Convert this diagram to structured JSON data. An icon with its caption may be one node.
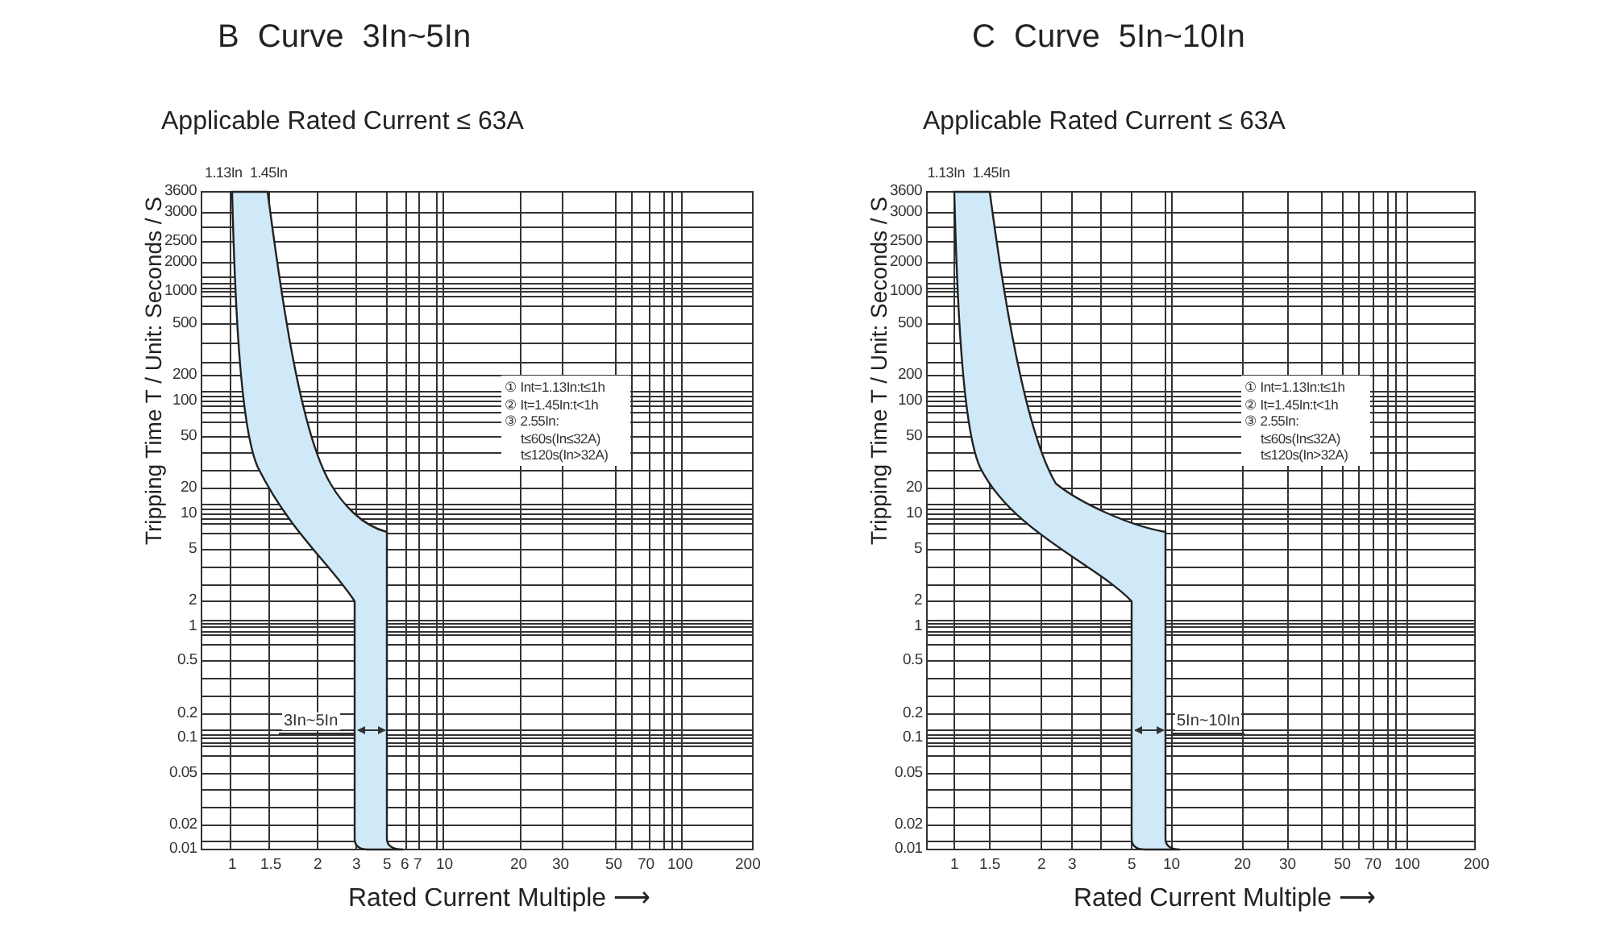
{
  "diagram": {
    "labels": [
      "B Curve 3In~5In",
      "Applicable Rated Current ≤ 63A",
      "1.13In",
      "1.45In",
      "Tripping Time T / Unit: Seconds / S",
      "3600",
      "3000",
      "2500",
      "2000",
      "1000",
      "500",
      "200",
      "100",
      "50",
      "20",
      "10",
      "5",
      "2",
      "1",
      "0.5",
      "0.2",
      "0.1",
      "0.05",
      "0.02",
      "0.01",
      "① Int=1.13In:t≤1h",
      "② It=1.45In:t<1h",
      "③ 2.55In:",
      "t≤60s(In≤32A)",
      "t≤120s(In>32A)",
      "3In~5In",
      "1",
      "1.5",
      "2",
      "3",
      "5",
      "6",
      "7",
      "10",
      "20",
      "30",
      "50",
      "70",
      "100",
      "200",
      "Rated Current Multiple ⟶",
      "C Curve 5In~10In",
      "Applicable Rated Current ≤ 63A",
      "1.13In",
      "1.45In",
      "Tripping Time T / Unit: Seconds / S",
      "3600",
      "3000",
      "2500",
      "2000",
      "1000",
      "500",
      "200",
      "100",
      "50",
      "20",
      "10",
      "5",
      "2",
      "1",
      "0.5",
      "0.2",
      "0.1",
      "0.05",
      "0.02",
      "0.01",
      "① Int=1.13In:t≤1h",
      "② It=1.45In:t<1h",
      "③ 2.55In:",
      "t≤60s(In≤32A)",
      "t≤120s(In>32A)",
      "5In~10In",
      "1",
      "1.5",
      "2",
      "3",
      "5",
      "10",
      "20",
      "30",
      "50",
      "70",
      "100",
      "200",
      "Rated Current Multiple ⟶"
    ]
  }
}
